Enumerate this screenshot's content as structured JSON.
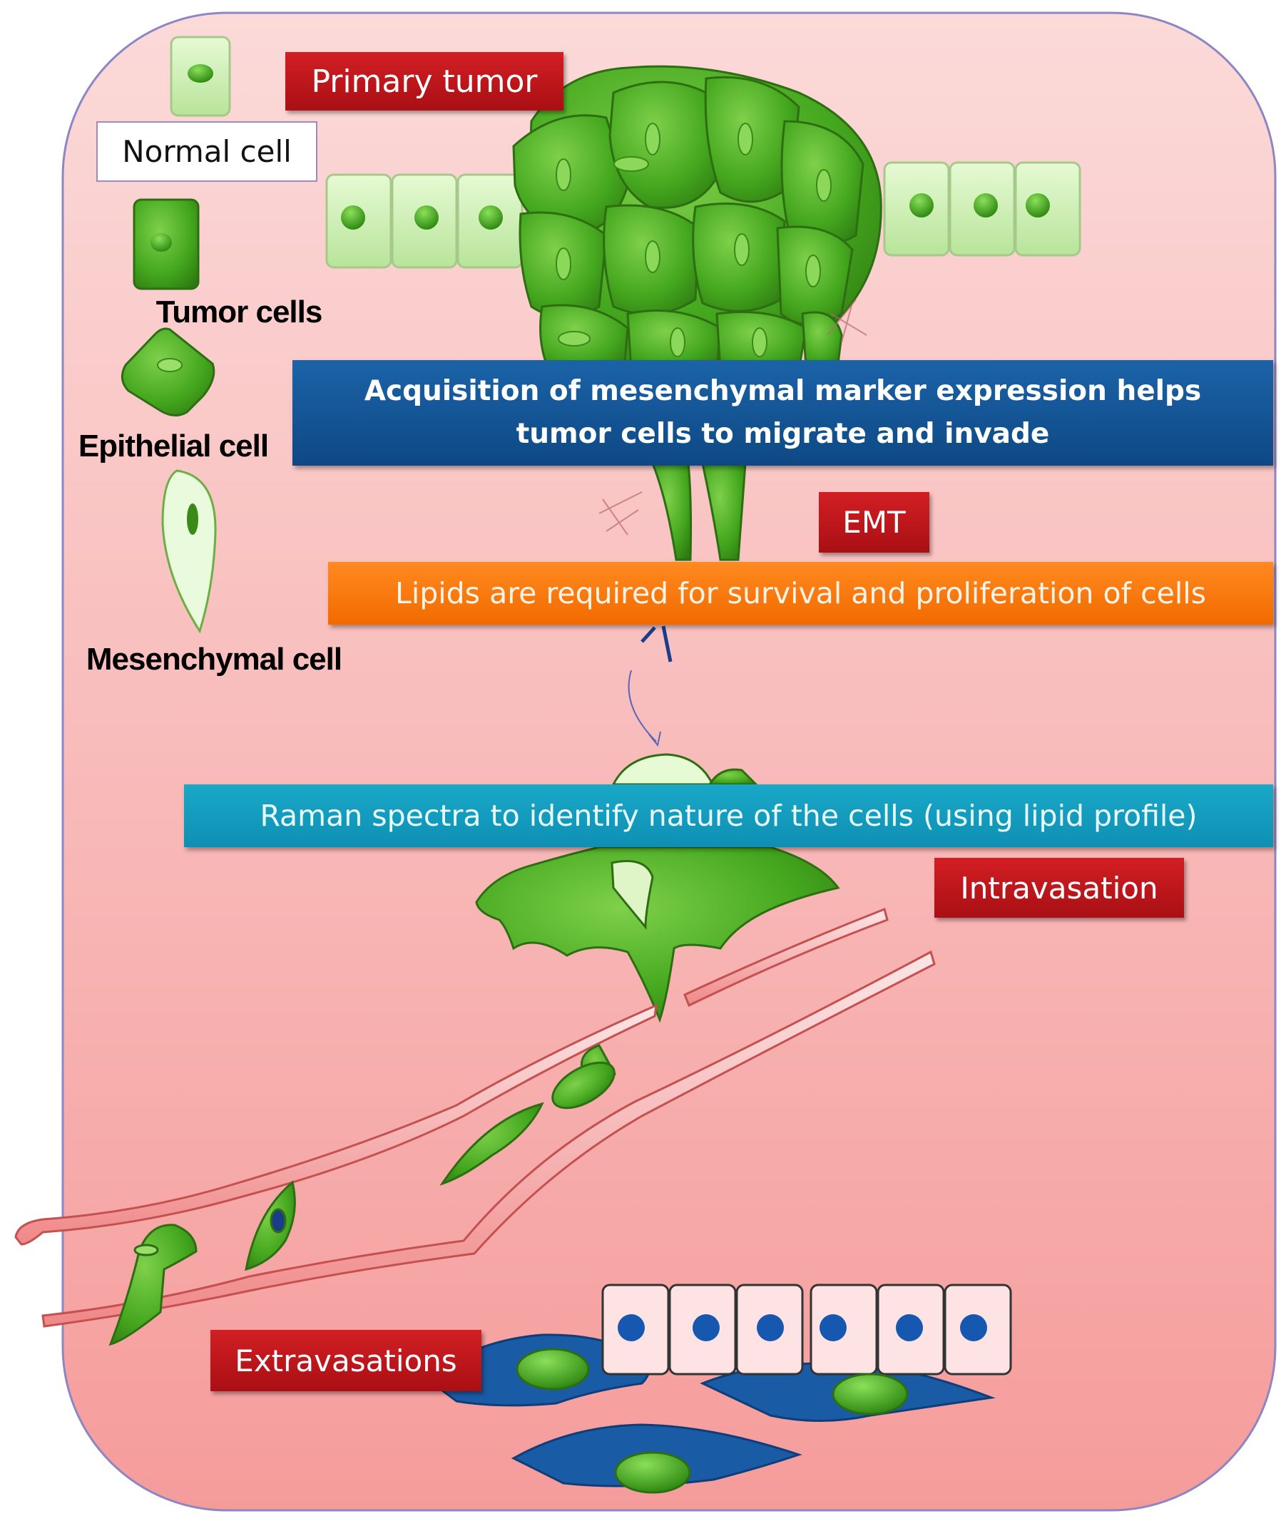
{
  "labels": {
    "primary_tumor": "Primary tumor",
    "normal_cell": "Normal cell",
    "tumor_cells": "Tumor cells",
    "epithelial_cell": "Epithelial cell",
    "mesenchymal_cell": "Mesenchymal cell",
    "emt": "EMT",
    "intravasation": "Intravasation",
    "extravasations": "Extravasations"
  },
  "banners": {
    "mesenchymal_marker": "Acquisition of mesenchymal marker expression helps tumor cells to migrate and invade",
    "lipids": "Lipids are required for survival and proliferation of cells",
    "raman": "Raman spectra to identify nature of the cells (using lipid profile)"
  },
  "colors": {
    "background_top": "#fbdad9",
    "background_bottom": "#f59c9b",
    "tumor_green": "#3f9d1c",
    "normal_cell_green": "#c8f0a8",
    "label_red": "#c0171c",
    "banner_blue": "#15579a",
    "banner_orange": "#f97b12",
    "banner_cyan": "#1499bf",
    "endothelial_blue": "#1a5ba5"
  }
}
